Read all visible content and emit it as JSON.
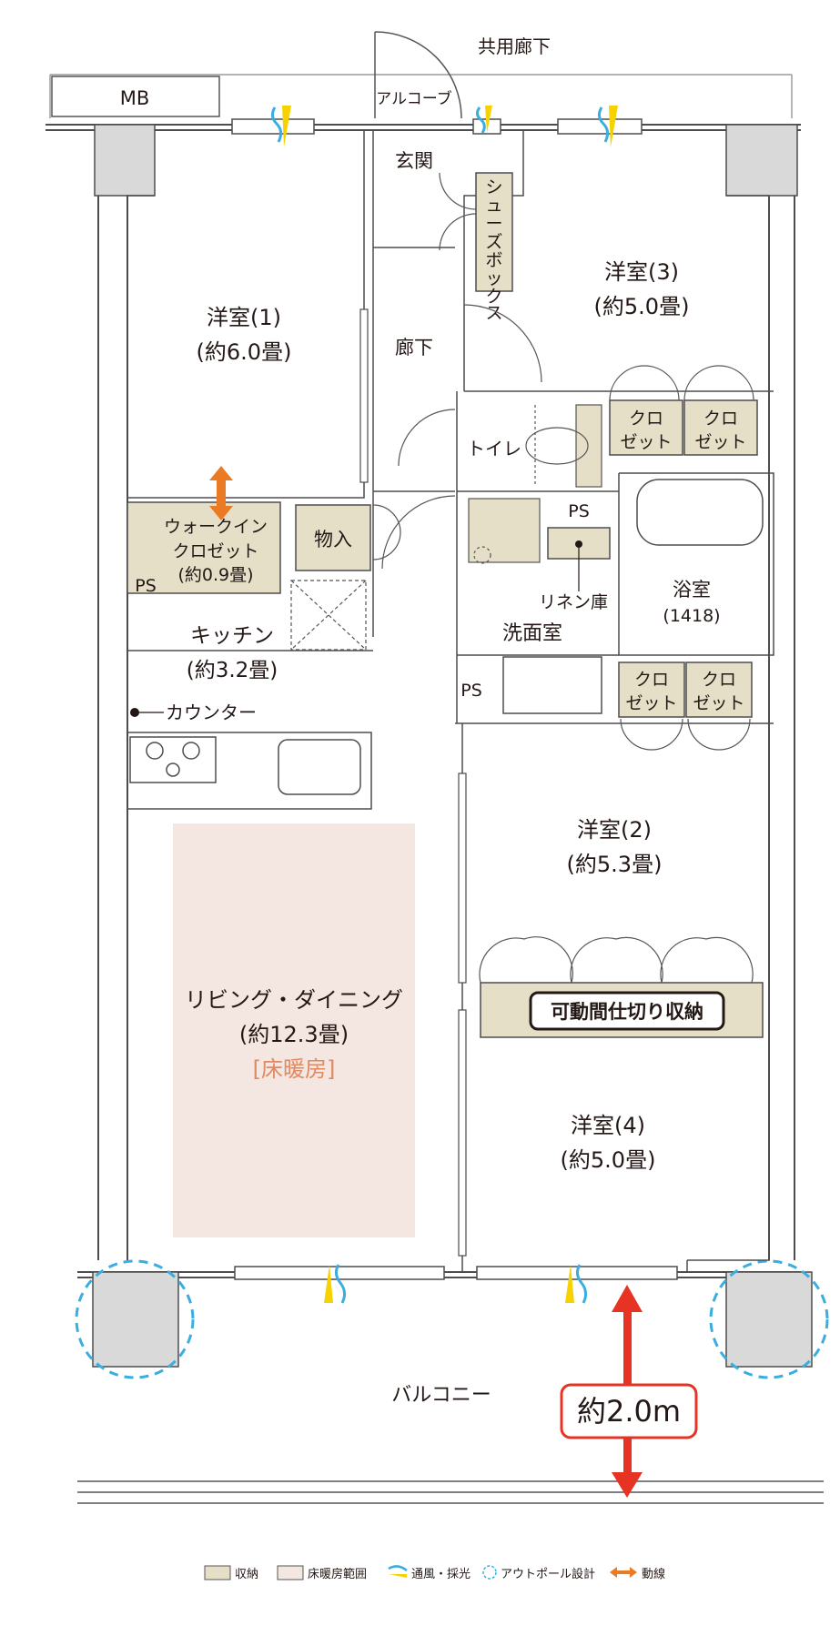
{
  "corridor_label": "共用廊下",
  "mb_label": "MB",
  "alcove_label": "アルコーブ",
  "genkan_label": "玄関",
  "shoebox_label": "シューズボックス",
  "rooka_label": "廊下",
  "rooms": {
    "room1": {
      "name": "洋室(1)",
      "size": "(約6.0畳)"
    },
    "room2": {
      "name": "洋室(2)",
      "size": "(約5.3畳)"
    },
    "room3": {
      "name": "洋室(3)",
      "size": "(約5.0畳)"
    },
    "room4": {
      "name": "洋室(4)",
      "size": "(約5.0畳)"
    },
    "kitchen": {
      "name": "キッチン",
      "size": "(約3.2畳)"
    },
    "living": {
      "name": "リビング・ダイニング",
      "size": "(約12.3畳)",
      "floor_heating": "[床暖房]"
    },
    "bath": {
      "name": "浴室",
      "size": "(1418)"
    },
    "washroom": {
      "name": "洗面室"
    },
    "toilet": {
      "name": "トイレ"
    }
  },
  "storage": {
    "walkin_line1": "ウォークイン",
    "walkin_line2": "クロゼット",
    "walkin_line3": "(約0.9畳)",
    "mono": "物入",
    "linen": "リネン庫",
    "closet_top": "クロ",
    "closet_bottom": "ゼット",
    "movable_partition": "可動間仕切り収納"
  },
  "ps_label": "PS",
  "counter_label": "カウンター",
  "balcony_label": "バルコニー",
  "balcony_depth": "約2.0m",
  "legend": {
    "storage": "収納",
    "floor_heating_area": "床暖房範囲",
    "ventilation": "通風・採光",
    "outpole": "アウトポール設計",
    "flow": "動線"
  },
  "colors": {
    "storage_fill": "#e6dfc8",
    "floor_heating_fill": "#f4e6e0",
    "wall_gray": "#d9d9d9",
    "accent_orange": "#ea7a23",
    "accent_red": "#e63323",
    "accent_blue": "#3aaee0",
    "heating_text": "#e08a64"
  }
}
